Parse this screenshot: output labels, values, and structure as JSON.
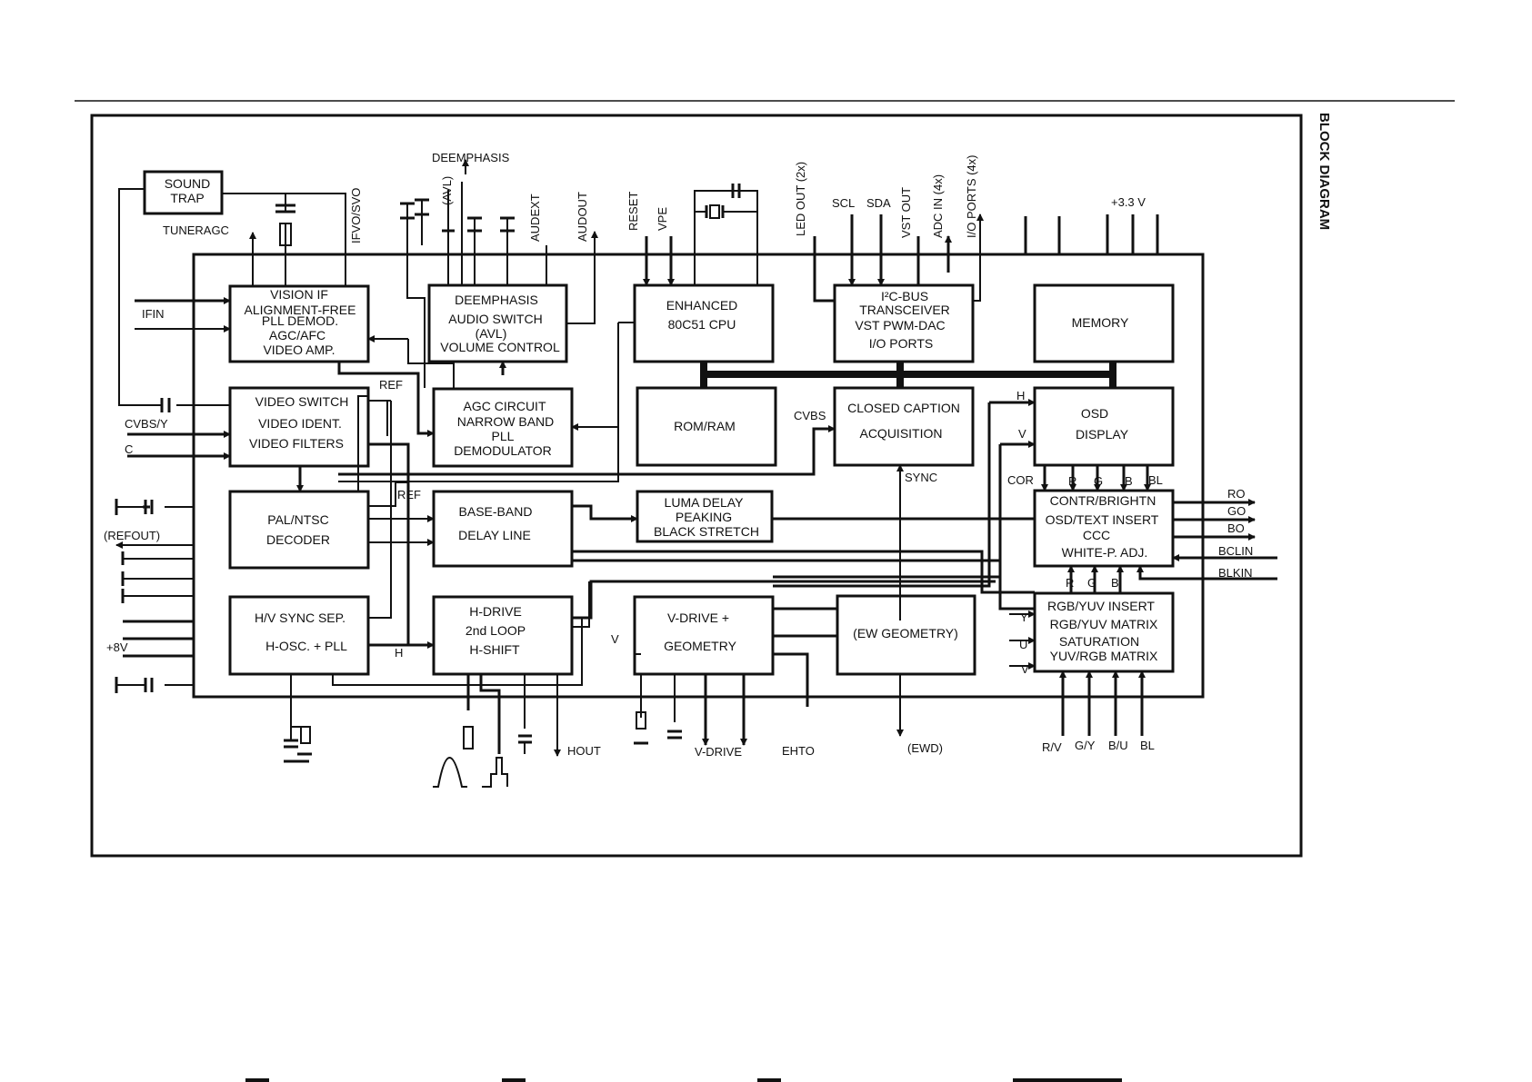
{
  "side_title": "BLOCK DIAGRAM",
  "blocks": {
    "sound_trap": [
      "SOUND",
      "TRAP"
    ],
    "vision_if": [
      "VISION IF",
      "ALIGNMENT-FREE",
      "PLL DEMOD.",
      "AGC/AFC",
      "VIDEO AMP."
    ],
    "video_switch": [
      "VIDEO SWITCH",
      "VIDEO IDENT.",
      "VIDEO FILTERS"
    ],
    "pal_ntsc": [
      "PAL/NTSC",
      "DECODER"
    ],
    "hv_sync": [
      "H/V SYNC SEP.",
      "H-OSC. + PLL"
    ],
    "deemphasis": [
      "DEEMPHASIS",
      "AUDIO SWITCH",
      "(AVL)",
      "VOLUME CONTROL"
    ],
    "agc_circuit": [
      "AGC CIRCUIT",
      "NARROW BAND",
      "PLL",
      "DEMODULATOR"
    ],
    "base_band": [
      "BASE-BAND",
      "DELAY LINE"
    ],
    "h_drive": [
      "H-DRIVE",
      "2nd LOOP",
      "H-SHIFT"
    ],
    "cpu": [
      "ENHANCED",
      "80C51 CPU"
    ],
    "rom_ram": [
      "ROM/RAM"
    ],
    "luma_delay": [
      "LUMA DELAY",
      "PEAKING",
      "BLACK STRETCH"
    ],
    "v_drive": [
      "V-DRIVE +",
      "GEOMETRY"
    ],
    "i2c": [
      "I²C-BUS",
      "TRANSCEIVER",
      "VST PWM-DAC",
      "I/O PORTS"
    ],
    "closed_caption": [
      "CLOSED CAPTION",
      "ACQUISITION"
    ],
    "ew_geometry": [
      "(EW GEOMETRY)"
    ],
    "memory": [
      "MEMORY"
    ],
    "osd": [
      "OSD",
      "DISPLAY"
    ],
    "contr": [
      "CONTR/BRIGHTN",
      "OSD/TEXT INSERT",
      "CCC",
      "WHITE-P. ADJ."
    ],
    "rgb_yuv": [
      "RGB/YUV INSERT",
      "RGB/YUV MATRIX",
      "SATURATION",
      "YUV/RGB MATRIX"
    ]
  },
  "signals": {
    "tuneragc": "TUNERAGC",
    "ifvo_svo": "IFVO/SVO",
    "deemphasis": "DEEMPHASIS",
    "avl": "(AVL)",
    "audext": "AUDEXT",
    "audout": "AUDOUT",
    "reset": "RESET",
    "vpe": "VPE",
    "led_out": "LED OUT (2x)",
    "scl": "SCL",
    "sda": "SDA",
    "vst_out": "VST OUT",
    "adc_in": "ADC IN (4x)",
    "io_ports": "I/O PORTS (4x)",
    "plus_3v3": "+3.3 V",
    "ifin": "IFIN",
    "cvbs_y": "CVBS/Y",
    "c": "C",
    "refout": "(REFOUT)",
    "plus_8v": "+8V",
    "ref1": "REF",
    "ref2": "REF",
    "h_int": "H",
    "v_int": "V",
    "cvbs": "CVBS",
    "sync": "SYNC",
    "h_osd": "H",
    "v_osd": "V",
    "cor": "COR",
    "r_top": "R",
    "g_top": "G",
    "b_top": "B",
    "bl_top": "BL",
    "r_bot": "R",
    "g_bot": "G",
    "b_bot": "B",
    "y": "Y",
    "u": "U",
    "v": "V",
    "ro": "RO",
    "go": "GO",
    "bo": "BO",
    "bclin": "BCLIN",
    "blkin": "BLKIN",
    "hout": "HOUT",
    "v_drive": "V-DRIVE",
    "ehto": "EHTO",
    "ewd": "(EWD)",
    "r_v": "R/V",
    "g_y": "G/Y",
    "b_u": "B/U",
    "bl": "BL"
  }
}
